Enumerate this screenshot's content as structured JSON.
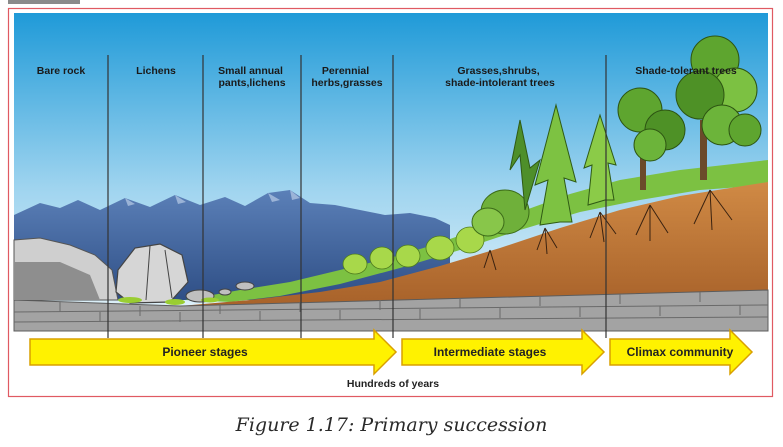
{
  "stages": [
    {
      "lines": [
        "Bare rock"
      ]
    },
    {
      "lines": [
        "Lichens"
      ]
    },
    {
      "lines": [
        "Small annual",
        "pants,lichens"
      ]
    },
    {
      "lines": [
        "Perennial",
        "herbs,grasses"
      ]
    },
    {
      "lines": [
        "Grasses,shrubs,",
        "shade-intolerant trees"
      ]
    },
    {
      "lines": [
        "Shade-tolerant trees"
      ]
    }
  ],
  "arrows": [
    {
      "label": "Pioneer stages"
    },
    {
      "label": "Intermediate stages"
    },
    {
      "label": "Climax community"
    }
  ],
  "time_label": "Hundreds of years",
  "caption": "Figure 1.17: Primary succession",
  "colors": {
    "border": "#e05a62",
    "sky_top": "#1f9ad8",
    "sky_bottom": "#e8f5fb",
    "mountains": "#4a6fa5",
    "soil": "#c47a3a",
    "rock_layer": "#9a9a9a",
    "grass": "#7cc142",
    "arrow_fill": "#fff200",
    "arrow_stroke": "#e0a400"
  }
}
